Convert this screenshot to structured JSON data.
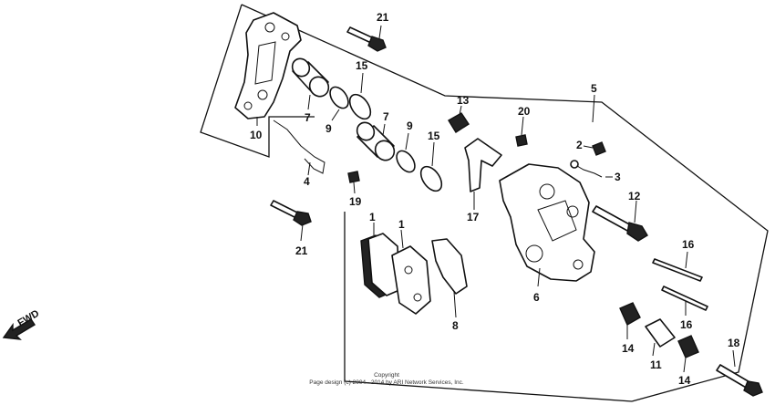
{
  "callouts": [
    "21",
    "15",
    "7",
    "9",
    "7",
    "9",
    "15",
    "13",
    "20",
    "5",
    "2",
    "3",
    "12",
    "10",
    "4",
    "19",
    "17",
    "21",
    "1",
    "1",
    "8",
    "6",
    "16",
    "16",
    "14",
    "11",
    "14",
    "18"
  ],
  "fwd_label": "FWD",
  "copyright": {
    "line1": "Copyright",
    "line2": "Page design (c) 2004 - 2014 by ARI Network Services, Inc."
  }
}
